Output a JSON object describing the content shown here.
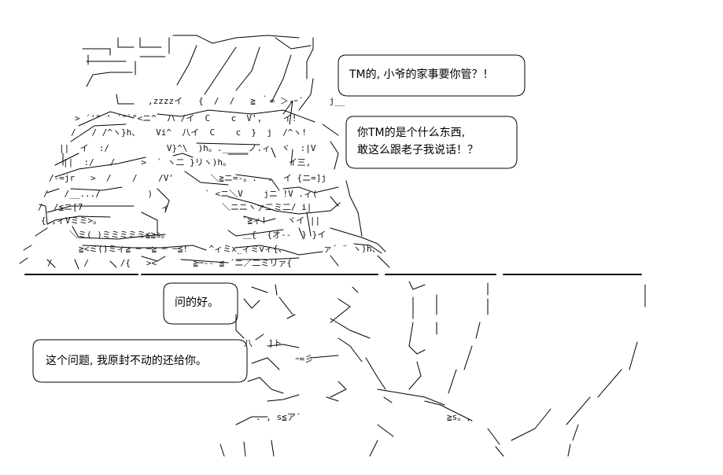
{
  "bubbles": {
    "top_right_1": {
      "line1": "TM的, 小爷的家事要你管？！"
    },
    "top_right_2": {
      "line1": "你TM的是个什么东西,",
      "line2": "敢这么跟老子我说话！？"
    },
    "bottom_mid": {
      "line1": "问的好。"
    },
    "bottom_left": {
      "line1": "这个问题, 我原封不动的还给你。"
    }
  },
  "colors": {
    "ink": "#000000",
    "background": "#ffffff"
  }
}
